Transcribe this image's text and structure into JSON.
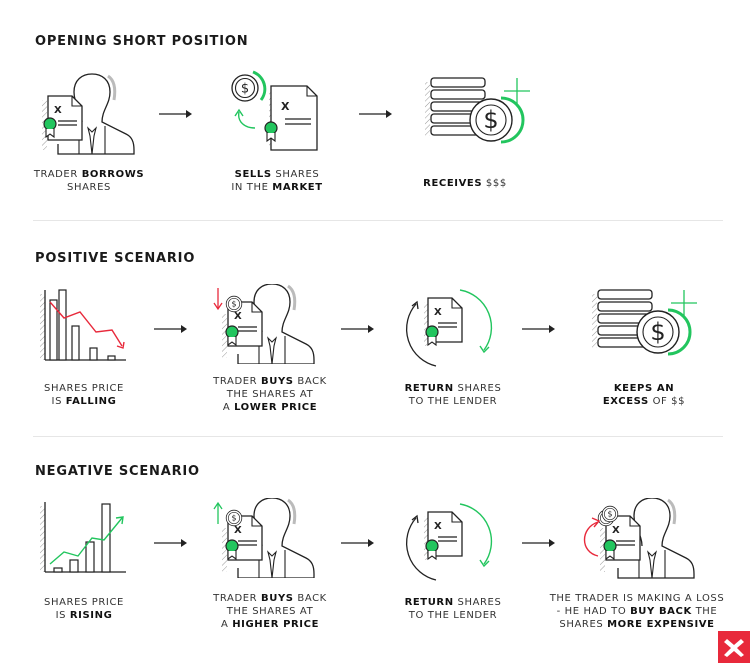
{
  "sections": [
    {
      "title": "OPENING SHORT POSITION",
      "steps": [
        {
          "icon": "trader-document-icon",
          "caption": [
            [
              "TRADER ",
              false
            ],
            [
              "BORROWS",
              true
            ],
            [
              "|",
              false
            ],
            [
              "SHARES",
              false
            ]
          ]
        },
        {
          "icon": "sell-shares-icon",
          "caption": [
            [
              "SELLS",
              true
            ],
            [
              " SHARES",
              false
            ],
            [
              "|",
              false
            ],
            [
              "IN THE ",
              false
            ],
            [
              "MARKET",
              true
            ]
          ]
        },
        {
          "icon": "coins-stack-plus-icon",
          "caption": [
            [
              "RECEIVES",
              true
            ],
            [
              " $$$",
              false
            ]
          ]
        }
      ]
    },
    {
      "title": "POSITIVE SCENARIO",
      "steps": [
        {
          "icon": "falling-chart-icon",
          "caption": [
            [
              "SHARES PRICE",
              false
            ],
            [
              "|",
              false
            ],
            [
              "IS ",
              false
            ],
            [
              "FALLING",
              true
            ]
          ]
        },
        {
          "icon": "trader-buy-low-icon",
          "caption": [
            [
              "TRADER ",
              false
            ],
            [
              "BUYS",
              true
            ],
            [
              " BACK",
              false
            ],
            [
              "|",
              false
            ],
            [
              "THE SHARES AT",
              false
            ],
            [
              "|",
              false
            ],
            [
              "A ",
              false
            ],
            [
              "LOWER PRICE",
              true
            ]
          ]
        },
        {
          "icon": "return-document-icon",
          "caption": [
            [
              "RETURN",
              true
            ],
            [
              " SHARES",
              false
            ],
            [
              "|",
              false
            ],
            [
              "TO THE LENDER",
              false
            ]
          ]
        },
        {
          "icon": "coins-stack-plus-icon",
          "caption": [
            [
              "KEEPS AN",
              true
            ],
            [
              "|",
              false
            ],
            [
              "EXCESS",
              true
            ],
            [
              " OF $$",
              false
            ]
          ]
        }
      ]
    },
    {
      "title": "NEGATIVE SCENARIO",
      "steps": [
        {
          "icon": "rising-chart-icon",
          "caption": [
            [
              "SHARES PRICE",
              false
            ],
            [
              "|",
              false
            ],
            [
              "IS ",
              false
            ],
            [
              "RISING",
              true
            ]
          ]
        },
        {
          "icon": "trader-buy-high-icon",
          "caption": [
            [
              "TRADER ",
              false
            ],
            [
              "BUYS",
              true
            ],
            [
              " BACK",
              false
            ],
            [
              "|",
              false
            ],
            [
              "THE SHARES AT",
              false
            ],
            [
              "|",
              false
            ],
            [
              "A ",
              false
            ],
            [
              "HIGHER PRICE",
              true
            ]
          ]
        },
        {
          "icon": "return-document-icon",
          "caption": [
            [
              "RETURN",
              true
            ],
            [
              " SHARES",
              false
            ],
            [
              "|",
              false
            ],
            [
              "TO THE LENDER",
              false
            ]
          ]
        },
        {
          "icon": "trader-loss-icon",
          "caption": [
            [
              "THE TRADER IS MAKING A LOSS",
              false
            ],
            [
              "|",
              false
            ],
            [
              "- HE HAD TO ",
              false
            ],
            [
              "BUY BACK",
              true
            ],
            [
              " THE",
              false
            ],
            [
              "|",
              false
            ],
            [
              "SHARES ",
              false
            ],
            [
              "MORE EXPENSIVE",
              true
            ]
          ]
        }
      ]
    }
  ],
  "colors": {
    "accent_green": "#22c55e",
    "negative_red": "#e8293b",
    "ink": "#222222"
  },
  "brand_logo": "xtb-logo"
}
